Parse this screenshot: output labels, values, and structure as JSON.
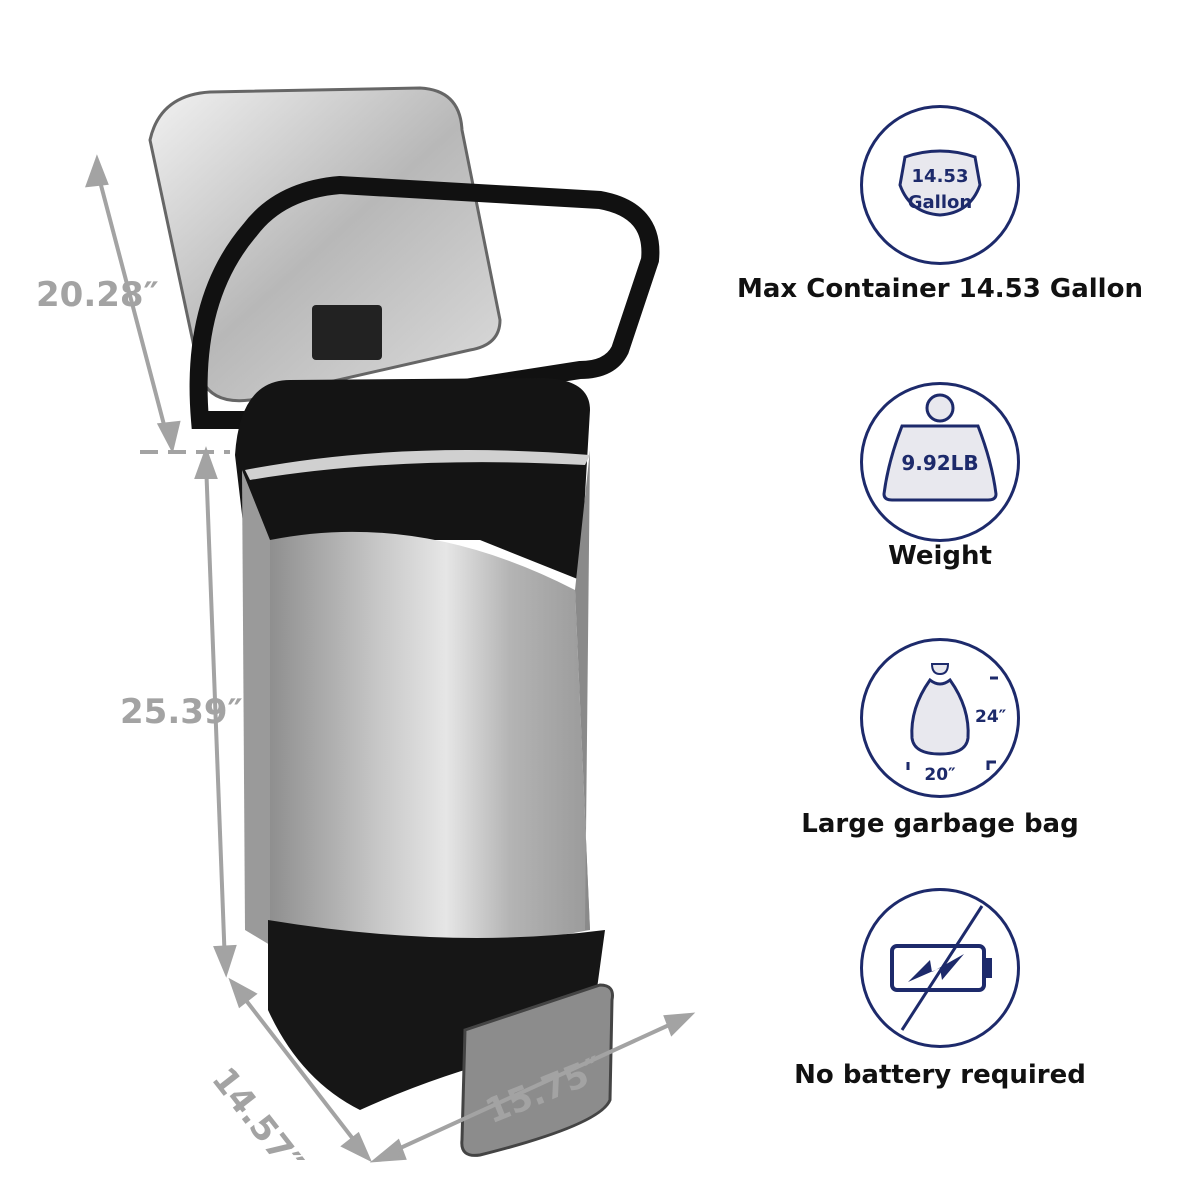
{
  "dimensions": {
    "lid_height": "20.28″",
    "body_height": "25.39″",
    "depth": "14.57″",
    "width": "15.75″"
  },
  "features": [
    {
      "icon": "gallon-container-icon",
      "icon_text_1": "14.53",
      "icon_text_2": "Gallon",
      "label": "Max Container 14.53 Gallon"
    },
    {
      "icon": "weight-icon",
      "icon_text_1": "9.92LB",
      "label": "Weight"
    },
    {
      "icon": "garbage-bag-icon",
      "icon_text_1": "24″",
      "icon_text_2": "20″",
      "label": "Large garbage bag"
    },
    {
      "icon": "no-battery-icon",
      "label": "No battery required"
    }
  ],
  "colors": {
    "accent": "#1d2a6b",
    "dimension_text": "#a3a3a3"
  }
}
